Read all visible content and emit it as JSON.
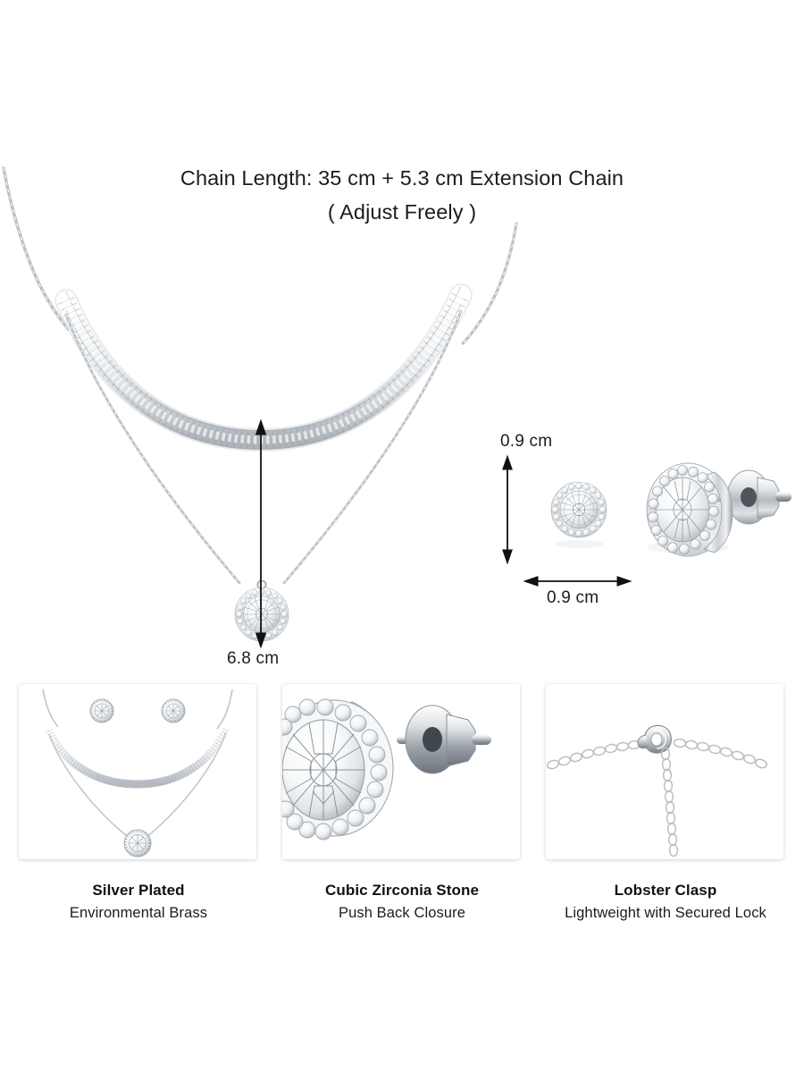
{
  "header": {
    "line1": "Chain Length: 35 cm + 5.3 cm Extension Chain",
    "line2": "( Adjust Freely )"
  },
  "dimensions": {
    "pendant_drop": "6.8 cm",
    "earring_height": "0.9 cm",
    "earring_width": "0.9 cm"
  },
  "features": [
    {
      "title": "Silver Plated",
      "subtitle": "Environmental Brass",
      "image": "jewelry-set-thumbnail"
    },
    {
      "title": "Cubic Zirconia Stone",
      "subtitle": "Push Back Closure",
      "image": "stud-earring-closeup-thumbnail"
    },
    {
      "title": "Lobster Clasp",
      "subtitle": "Lightweight with Secured Lock",
      "image": "lobster-clasp-extension-thumbnail"
    }
  ],
  "colors": {
    "background": "#ffffff",
    "text": "#1c1c1c",
    "metal_light": "#f2f3f5",
    "metal_mid": "#c3c7cc",
    "metal_dark": "#8d9298",
    "arrow": "#111111"
  }
}
